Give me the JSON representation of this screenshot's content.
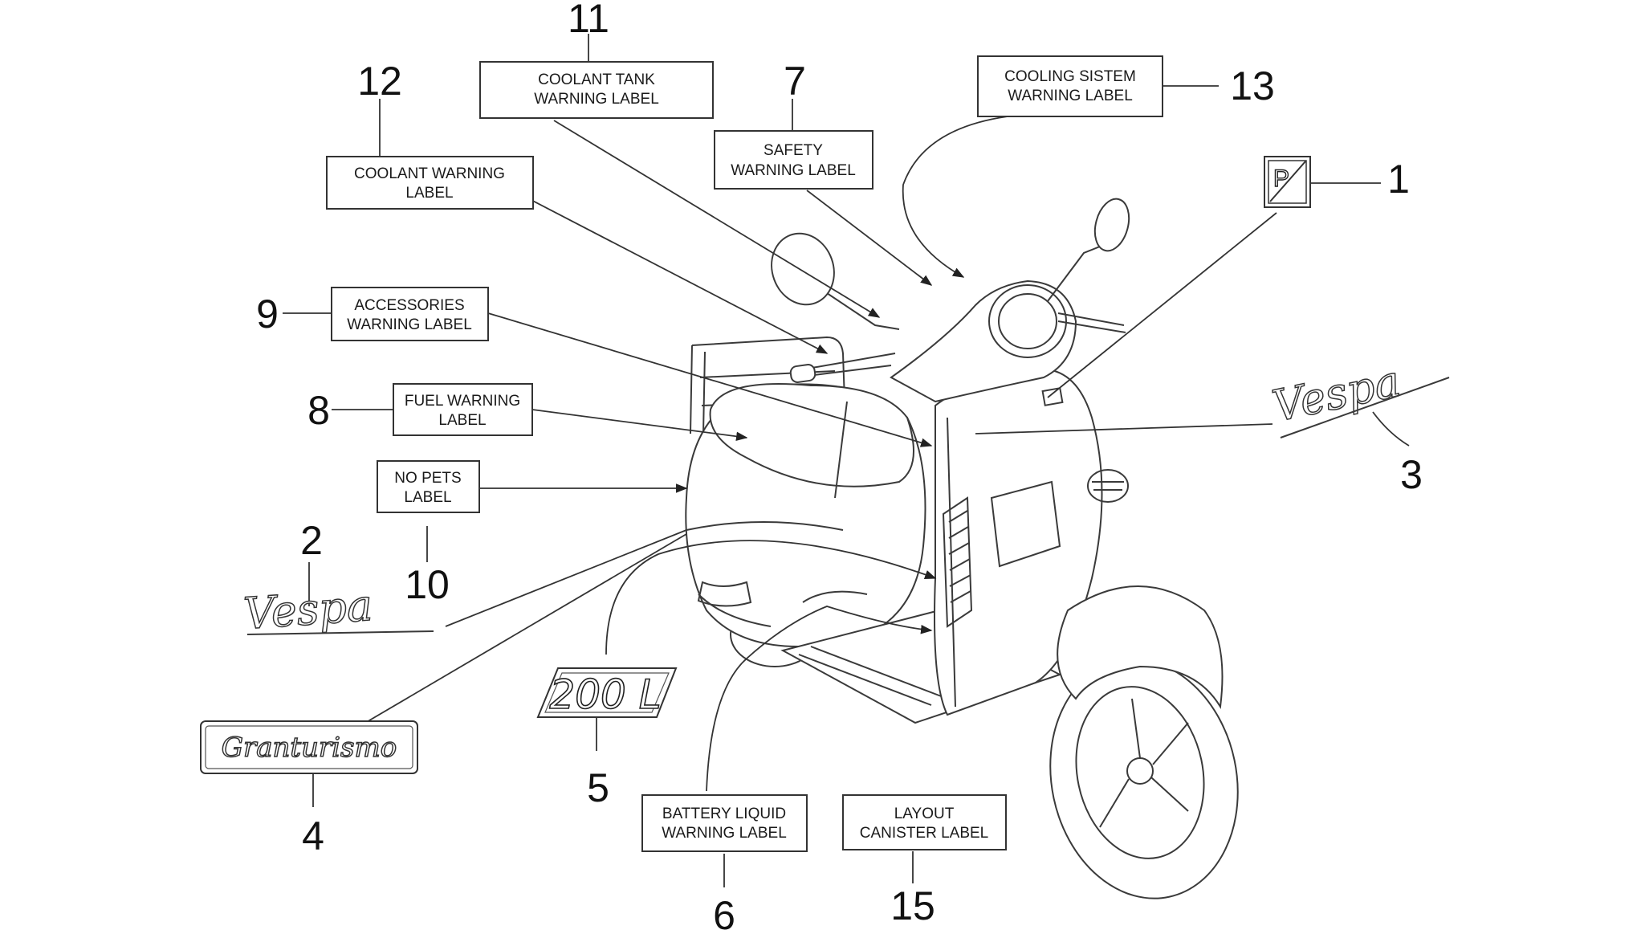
{
  "callouts": [
    {
      "num": "11",
      "lines": [
        "COOLANT TANK",
        "WARNING LABEL"
      ]
    },
    {
      "num": "12",
      "lines": [
        "COOLANT WARNING",
        "LABEL"
      ]
    },
    {
      "num": "7",
      "lines": [
        "SAFETY",
        "WARNING LABEL"
      ]
    },
    {
      "num": "13",
      "lines": [
        "COOLING SISTEM",
        "WARNING LABEL"
      ]
    },
    {
      "num": "9",
      "lines": [
        "ACCESSORIES",
        "WARNING LABEL"
      ]
    },
    {
      "num": "8",
      "lines": [
        "FUEL WARNING",
        "LABEL"
      ]
    },
    {
      "num": "10",
      "lines": [
        "NO PETS",
        "LABEL"
      ]
    },
    {
      "num": "6",
      "lines": [
        "BATTERY LIQUID",
        "WARNING LABEL"
      ]
    },
    {
      "num": "15",
      "lines": [
        "LAYOUT",
        "CANISTER LABEL"
      ]
    }
  ],
  "parts": [
    {
      "num": "1",
      "glyph": "P"
    },
    {
      "num": "2",
      "text": "Vespa"
    },
    {
      "num": "3",
      "text": "Vespa"
    },
    {
      "num": "4",
      "text": "Granturismo"
    },
    {
      "num": "5",
      "text": "200 L"
    }
  ]
}
